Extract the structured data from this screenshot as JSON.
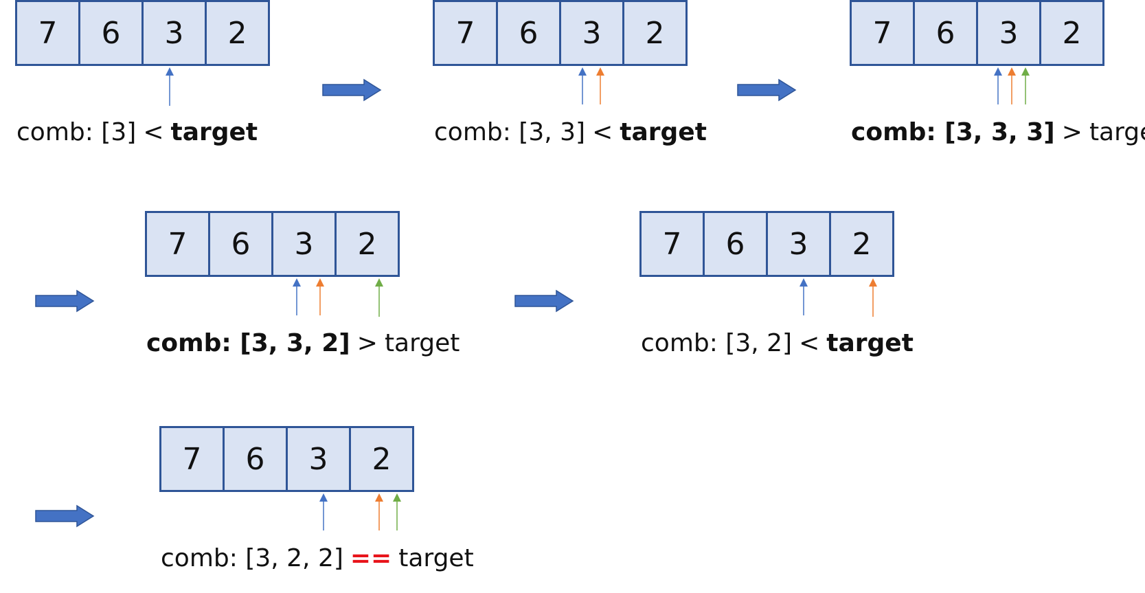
{
  "array_values": [
    "7",
    "6",
    "3",
    "2"
  ],
  "colors": {
    "blue": "#4472c4",
    "orange": "#ed7d31",
    "green": "#70ad47",
    "red": "#e8141b",
    "cell_fill": "#dae3f3",
    "cell_border": "#2f5597"
  },
  "steps": [
    {
      "left_text": "comb: [3]",
      "op": "<",
      "right_text": "target"
    },
    {
      "left_text": "comb: [3, 3]",
      "op": "<",
      "right_text": "target"
    },
    {
      "left_text": "comb: [3, 3, 3]",
      "op": ">",
      "right_text": "target"
    },
    {
      "left_text": "comb: [3, 3, 2]",
      "op": ">",
      "right_text": "target"
    },
    {
      "left_text": "comb: [3, 2]",
      "op": "<",
      "right_text": "target"
    },
    {
      "left_text": "comb: [3, 2, 2]",
      "op": "==",
      "right_text": "target"
    }
  ]
}
